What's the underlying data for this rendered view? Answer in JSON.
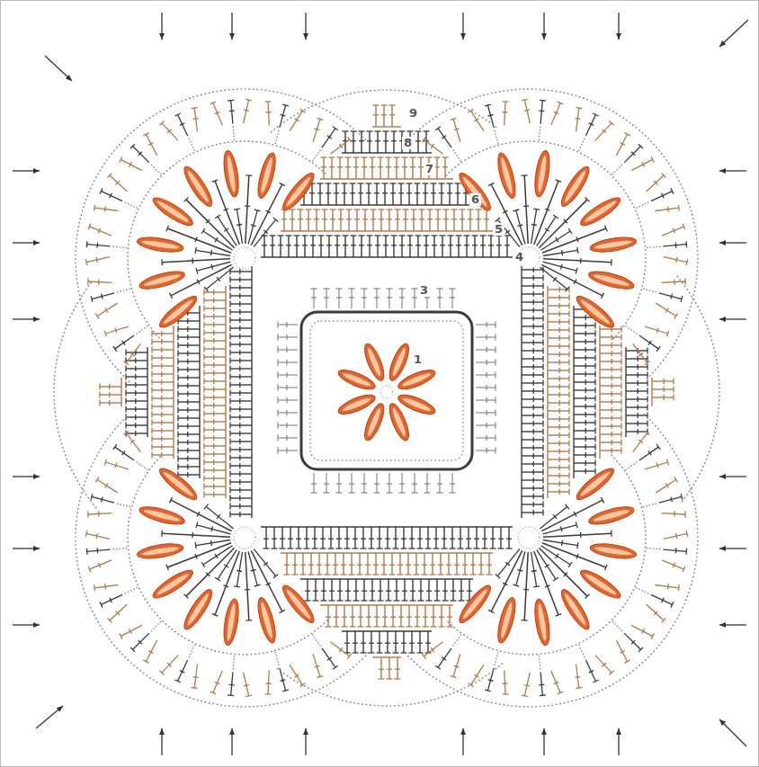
{
  "diagram": {
    "labels": [
      "9",
      "8",
      "7",
      "6",
      "5",
      "4",
      "3",
      "1"
    ]
  }
}
